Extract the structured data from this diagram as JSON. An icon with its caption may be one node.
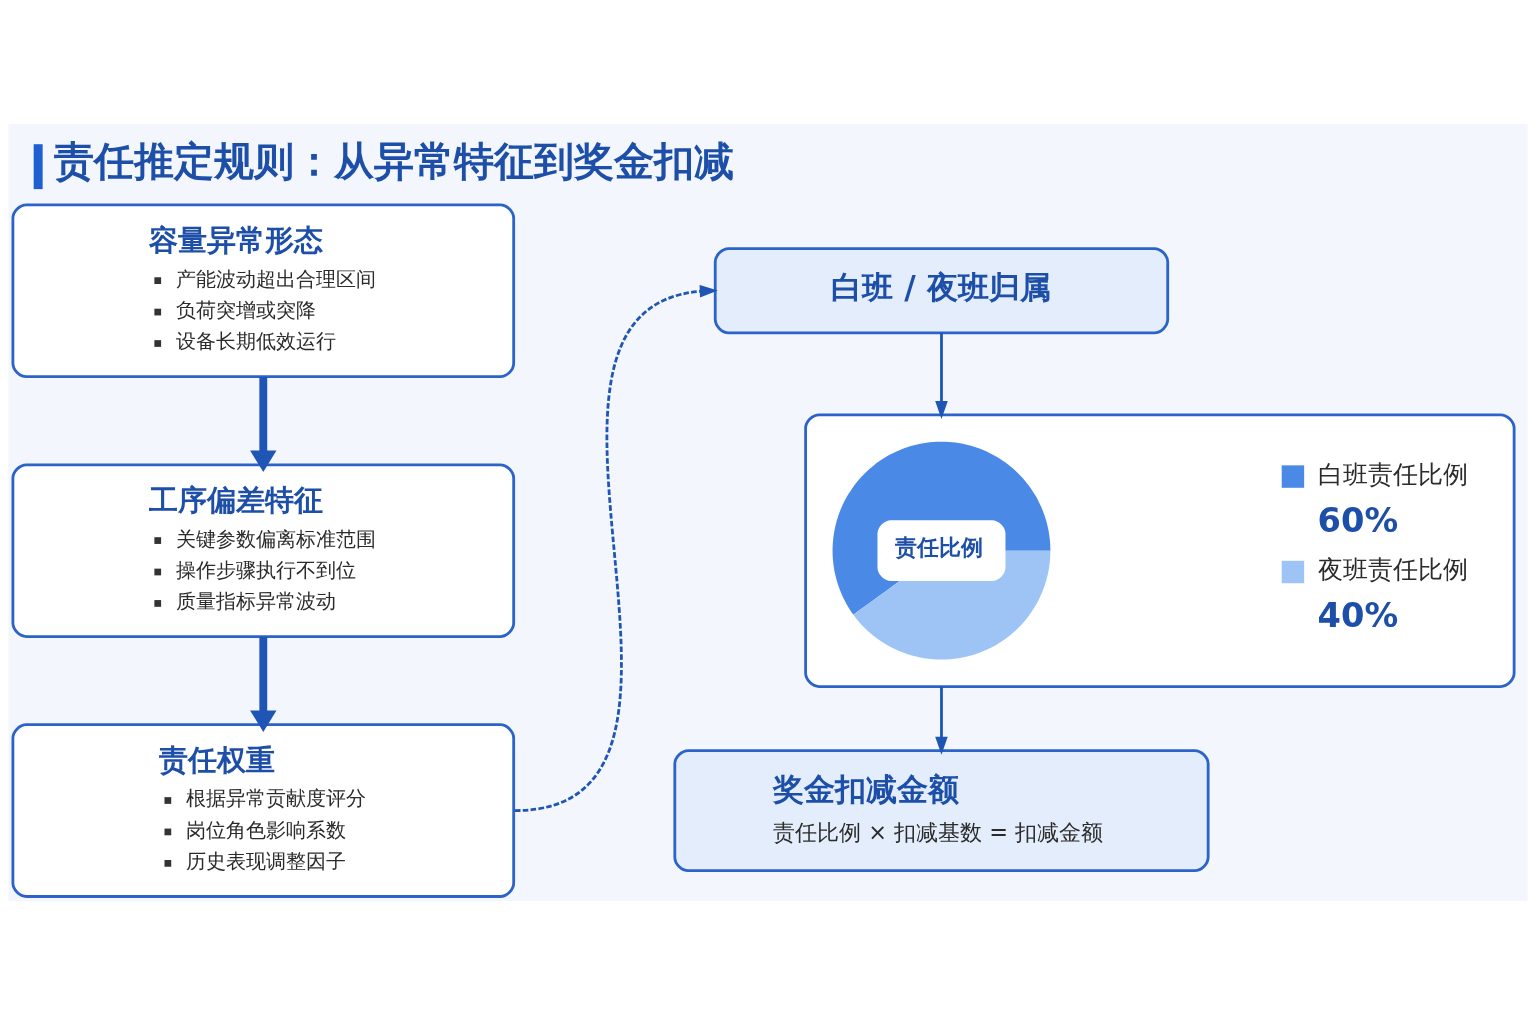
{
  "diagram": {
    "title": "责任推定规则：从异常特征到奖金扣减",
    "nodes": [
      {
        "text": [
          "容量异常形态",
          "产能波动超出合理区间",
          "负荷突增或突降",
          "设备长期低效运行"
        ]
      },
      {
        "text": [
          "工序偏差特征",
          "关键参数偏离标准范围",
          "操作步骤执行不到位",
          "质量指标异常波动"
        ]
      },
      {
        "text": [
          "责任权重",
          "根据异常贡献度评分",
          "岗位角色影响系数",
          "历史表现调整因子"
        ]
      },
      {
        "text": [
          "白班 / 夜班归属"
        ]
      },
      {
        "text": [],
        "shape": "box"
      },
      {
        "text": [
          "责任比例"
        ],
        "in": 4
      },
      {
        "text": [
          "奖金扣减金额",
          "责任比例 × 扣减基数 = 扣减金额"
        ]
      }
    ],
    "edges": [
      {
        "from": 0,
        "to": 1,
        "arrow": "to",
        "style": "thick"
      },
      {
        "from": 1,
        "to": 2,
        "arrow": "to",
        "style": "thick"
      },
      {
        "from": 2,
        "to": 3,
        "arrow": "to",
        "style": "dashed"
      },
      {
        "from": 3,
        "to": 4,
        "arrow": "to"
      },
      {
        "from": 4,
        "to": 6,
        "arrow": "to"
      }
    ],
    "labels": [
      "60%",
      "40%"
    ],
    "legend": [
      {
        "text": "白班责任比例",
        "color": "#4a8ae6"
      },
      {
        "text": "夜班责任比例",
        "color": "#9dc4f4"
      }
    ]
  }
}
